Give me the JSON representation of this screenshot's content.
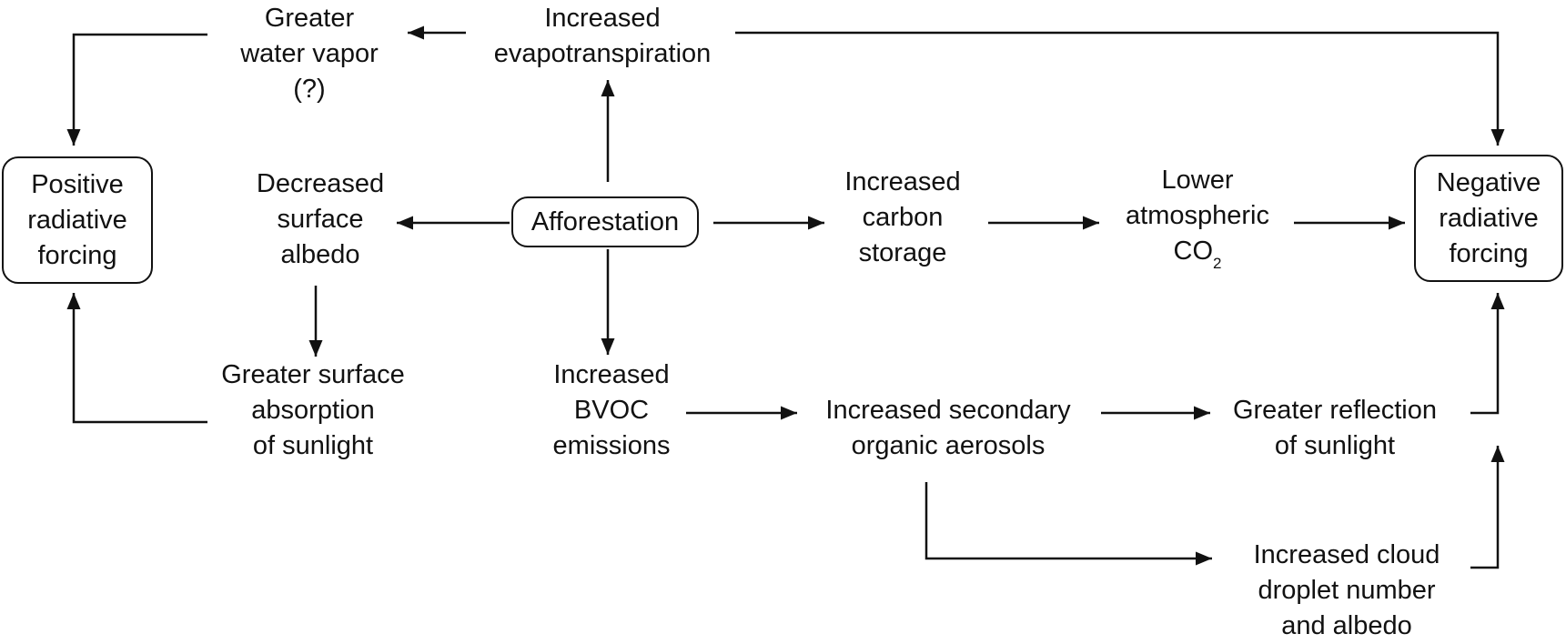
{
  "nodes": {
    "afforestation": {
      "lines": [
        "Afforestation"
      ]
    },
    "evapotranspiration": {
      "lines": [
        "Increased",
        "evapotranspiration"
      ]
    },
    "water_vapor": {
      "lines": [
        "Greater",
        "water vapor",
        "(?)"
      ]
    },
    "positive_forcing": {
      "lines": [
        "Positive",
        "radiative",
        "forcing"
      ]
    },
    "surface_albedo": {
      "lines": [
        "Decreased",
        "surface",
        "albedo"
      ]
    },
    "surface_absorption": {
      "lines": [
        "Greater surface",
        "absorption",
        "of sunlight"
      ]
    },
    "carbon_storage": {
      "lines": [
        "Increased",
        "carbon",
        "storage"
      ]
    },
    "lower_co2": {
      "line1": "Lower",
      "line2": "atmospheric",
      "co": "CO",
      "sub": "2"
    },
    "negative_forcing": {
      "lines": [
        "Negative",
        "radiative",
        "forcing"
      ]
    },
    "bvoc": {
      "lines": [
        "Increased",
        "BVOC",
        "emissions"
      ]
    },
    "aerosols": {
      "lines": [
        "Increased secondary",
        "organic aerosols"
      ]
    },
    "reflection": {
      "lines": [
        "Greater reflection",
        "of sunlight"
      ]
    },
    "cloud_droplet": {
      "lines": [
        "Increased cloud",
        "droplet number",
        "and albedo"
      ]
    }
  },
  "colors": {
    "line": "#111111",
    "background": "#ffffff"
  }
}
